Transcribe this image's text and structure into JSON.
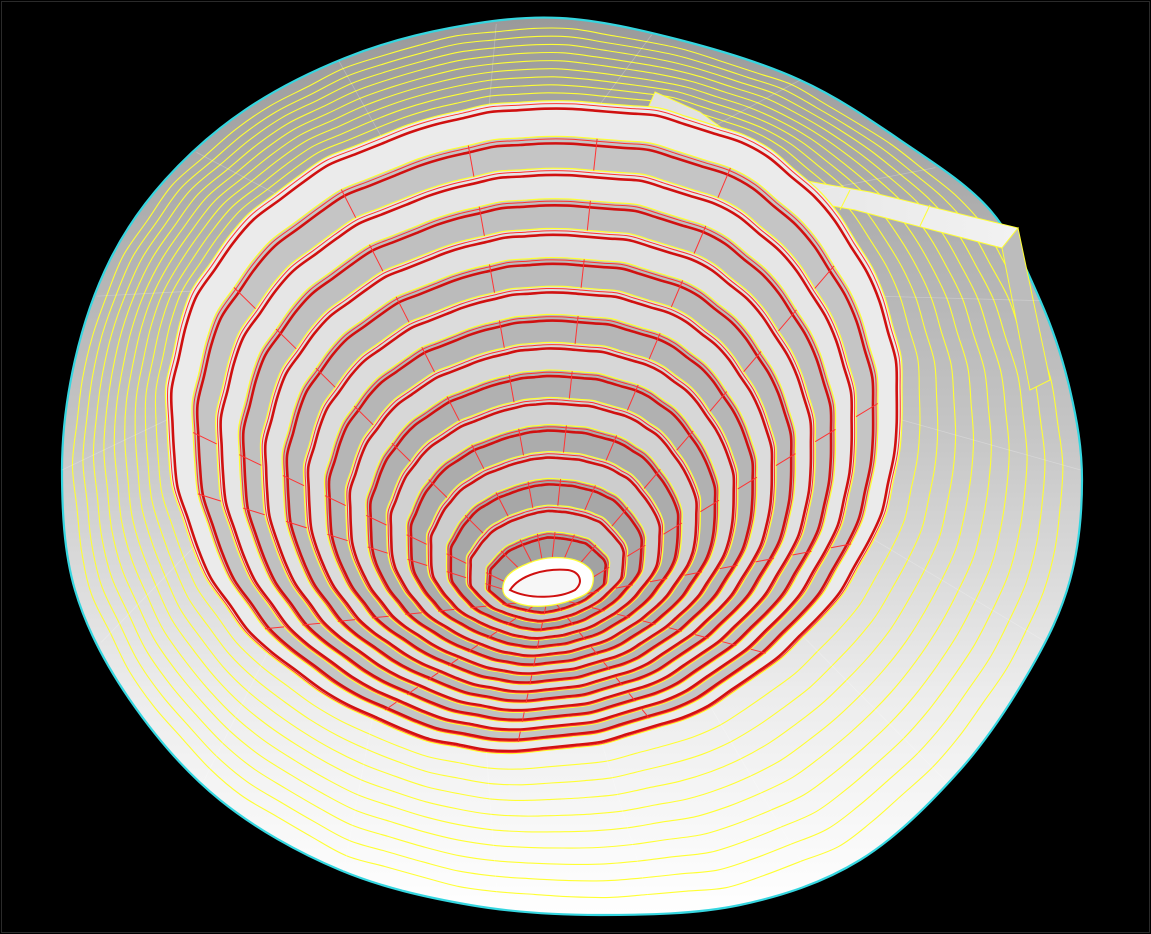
{
  "viewport": {
    "background": "#000000",
    "content": "3d-open-pit-mine-render"
  },
  "model": {
    "surface_color_light": "#ffffff",
    "surface_color_mid": "#cfcfcf",
    "surface_color_dark": "#8a8a8a",
    "contour_color": "#ffff33",
    "bench_toe_color": "#d01010",
    "bench_crest_color": "#ff3333",
    "outer_boundary_color": "#35d6e0",
    "outer_contour_count": 9,
    "bench_count": 16
  }
}
